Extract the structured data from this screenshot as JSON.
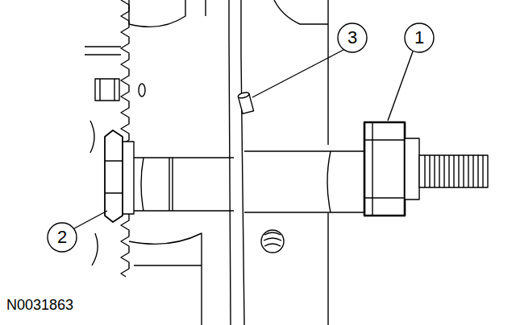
{
  "diagram": {
    "labels": [
      "3",
      "1",
      "2",
      "N0031863"
    ]
  }
}
